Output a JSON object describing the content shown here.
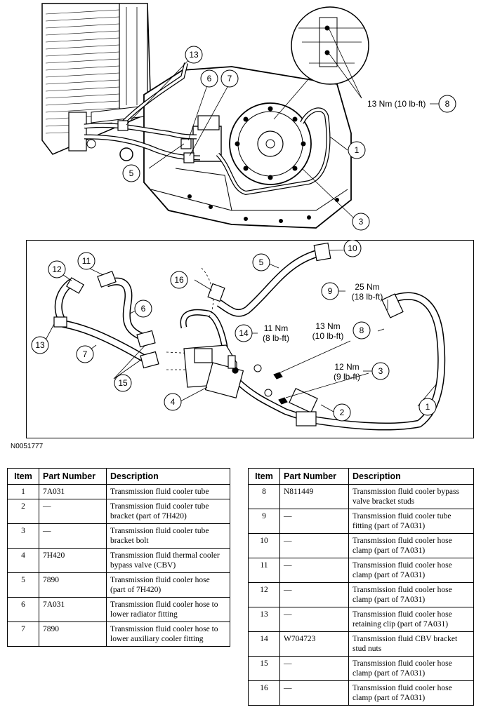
{
  "figure_id": "N0051777",
  "top_callouts": [
    "1",
    "3",
    "5",
    "6",
    "7",
    "8",
    "13"
  ],
  "top_torque_label": "13 Nm (10 lb-ft)",
  "exploded_callouts": [
    "1",
    "2",
    "3",
    "4",
    "5",
    "6",
    "7",
    "8",
    "9",
    "10",
    "11",
    "12",
    "13",
    "14",
    "15",
    "16"
  ],
  "torque_labels": {
    "t8": [
      "13 Nm",
      "(10 lb-ft)"
    ],
    "t9": [
      "25 Nm",
      "(18 lb-ft)"
    ],
    "t14": [
      "11 Nm",
      "(8 lb-ft)"
    ],
    "t3": [
      "12 Nm",
      "(9 lb-ft)"
    ]
  },
  "table_headers": [
    "Item",
    "Part Number",
    "Description"
  ],
  "table_left": [
    {
      "item": "1",
      "part": "7A031",
      "desc": "Transmission fluid cooler tube"
    },
    {
      "item": "2",
      "part": "—",
      "desc": "Transmission fluid cooler tube bracket (part of 7H420)"
    },
    {
      "item": "3",
      "part": "—",
      "desc": "Transmission fluid cooler tube bracket bolt"
    },
    {
      "item": "4",
      "part": "7H420",
      "desc": "Transmission fluid thermal cooler bypass valve (CBV)"
    },
    {
      "item": "5",
      "part": "7890",
      "desc": "Transmission fluid cooler hose (part of 7H420)"
    },
    {
      "item": "6",
      "part": "7A031",
      "desc": "Transmission fluid cooler hose to lower radiator fitting"
    },
    {
      "item": "7",
      "part": "7890",
      "desc": "Transmission fluid cooler hose to lower auxiliary cooler fitting"
    }
  ],
  "table_right": [
    {
      "item": "8",
      "part": "N811449",
      "desc": "Transmission fluid cooler bypass valve bracket studs"
    },
    {
      "item": "9",
      "part": "—",
      "desc": "Transmission fluid cooler tube fitting (part of 7A031)"
    },
    {
      "item": "10",
      "part": "—",
      "desc": "Transmission fluid cooler hose clamp (part of 7A031)"
    },
    {
      "item": "11",
      "part": "—",
      "desc": "Transmission fluid cooler hose clamp (part of 7A031)"
    },
    {
      "item": "12",
      "part": "—",
      "desc": "Transmission fluid cooler hose clamp (part of 7A031)"
    },
    {
      "item": "13",
      "part": "—",
      "desc": "Transmission fluid cooler hose retaining clip (part of 7A031)"
    },
    {
      "item": "14",
      "part": "W704723",
      "desc": "Transmission fluid CBV bracket stud nuts"
    },
    {
      "item": "15",
      "part": "—",
      "desc": "Transmission fluid cooler hose clamp (part of 7A031)"
    },
    {
      "item": "16",
      "part": "—",
      "desc": "Transmission fluid cooler hose clamp (part of 7A031)"
    }
  ]
}
